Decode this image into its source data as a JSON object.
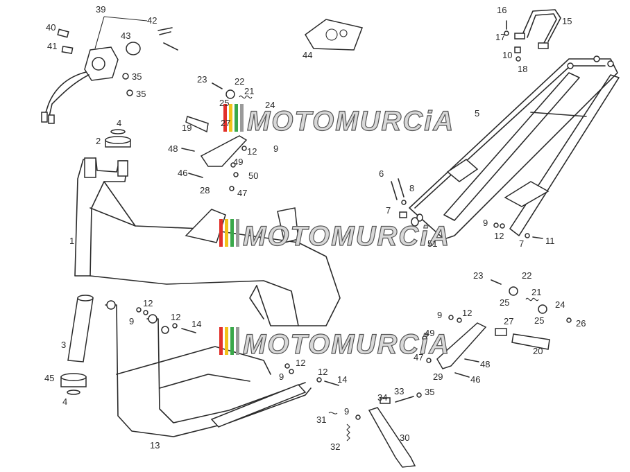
{
  "watermark": {
    "text": "MOTOMURCiA",
    "stripe_colors": [
      "#e2312b",
      "#f2c21a",
      "#3aa84a",
      "#9a9a9a"
    ]
  },
  "callouts": [
    {
      "id": "c39",
      "text": "39"
    },
    {
      "id": "c42",
      "text": "42"
    },
    {
      "id": "c40",
      "text": "40"
    },
    {
      "id": "c41",
      "text": "41"
    },
    {
      "id": "c43",
      "text": "43"
    },
    {
      "id": "c35a",
      "text": "35"
    },
    {
      "id": "c35b",
      "text": "35"
    },
    {
      "id": "c44",
      "text": "44"
    },
    {
      "id": "c16",
      "text": "16"
    },
    {
      "id": "c15",
      "text": "15"
    },
    {
      "id": "c17",
      "text": "17"
    },
    {
      "id": "c10",
      "text": "10"
    },
    {
      "id": "c18",
      "text": "18"
    },
    {
      "id": "c23a",
      "text": "23"
    },
    {
      "id": "c22a",
      "text": "22"
    },
    {
      "id": "c21a",
      "text": "21"
    },
    {
      "id": "c25a",
      "text": "25"
    },
    {
      "id": "c24a",
      "text": "24"
    },
    {
      "id": "c27a",
      "text": "27"
    },
    {
      "id": "c19",
      "text": "19"
    },
    {
      "id": "c4a",
      "text": "4"
    },
    {
      "id": "c2",
      "text": "2"
    },
    {
      "id": "c48a",
      "text": "48"
    },
    {
      "id": "c12a",
      "text": "12"
    },
    {
      "id": "c9a",
      "text": "9"
    },
    {
      "id": "c49a",
      "text": "49"
    },
    {
      "id": "c46a",
      "text": "46"
    },
    {
      "id": "c50",
      "text": "50"
    },
    {
      "id": "c28",
      "text": "28"
    },
    {
      "id": "c47a",
      "text": "47"
    },
    {
      "id": "c5",
      "text": "5"
    },
    {
      "id": "c6",
      "text": "6"
    },
    {
      "id": "c8",
      "text": "8"
    },
    {
      "id": "c7a",
      "text": "7"
    },
    {
      "id": "c1",
      "text": "1"
    },
    {
      "id": "c51",
      "text": "51"
    },
    {
      "id": "c9b",
      "text": "9"
    },
    {
      "id": "c12b",
      "text": "12"
    },
    {
      "id": "c7b",
      "text": "7"
    },
    {
      "id": "c11",
      "text": "11"
    },
    {
      "id": "c23b",
      "text": "23"
    },
    {
      "id": "c22b",
      "text": "22"
    },
    {
      "id": "c21b",
      "text": "21"
    },
    {
      "id": "c25b",
      "text": "25"
    },
    {
      "id": "c24b",
      "text": "24"
    },
    {
      "id": "c25c",
      "text": "25"
    },
    {
      "id": "c26",
      "text": "26"
    },
    {
      "id": "c12c",
      "text": "12"
    },
    {
      "id": "c9c",
      "text": "9"
    },
    {
      "id": "c12d",
      "text": "12"
    },
    {
      "id": "c14a",
      "text": "14"
    },
    {
      "id": "c9d",
      "text": "9"
    },
    {
      "id": "c12e",
      "text": "12"
    },
    {
      "id": "c27b",
      "text": "27"
    },
    {
      "id": "c49b",
      "text": "49"
    },
    {
      "id": "c20",
      "text": "20"
    },
    {
      "id": "c3",
      "text": "3"
    },
    {
      "id": "c47b",
      "text": "47"
    },
    {
      "id": "c48b",
      "text": "48"
    },
    {
      "id": "c29",
      "text": "29"
    },
    {
      "id": "c46b",
      "text": "46"
    },
    {
      "id": "c12f",
      "text": "12"
    },
    {
      "id": "c9e",
      "text": "9"
    },
    {
      "id": "c12g",
      "text": "12"
    },
    {
      "id": "c14b",
      "text": "14"
    },
    {
      "id": "c45",
      "text": "45"
    },
    {
      "id": "c4b",
      "text": "4"
    },
    {
      "id": "c33",
      "text": "33"
    },
    {
      "id": "c34",
      "text": "34"
    },
    {
      "id": "c35c",
      "text": "35"
    },
    {
      "id": "c9f",
      "text": "9"
    },
    {
      "id": "c31",
      "text": "31"
    },
    {
      "id": "c30",
      "text": "30"
    },
    {
      "id": "c32",
      "text": "32"
    },
    {
      "id": "c13",
      "text": "13"
    }
  ]
}
